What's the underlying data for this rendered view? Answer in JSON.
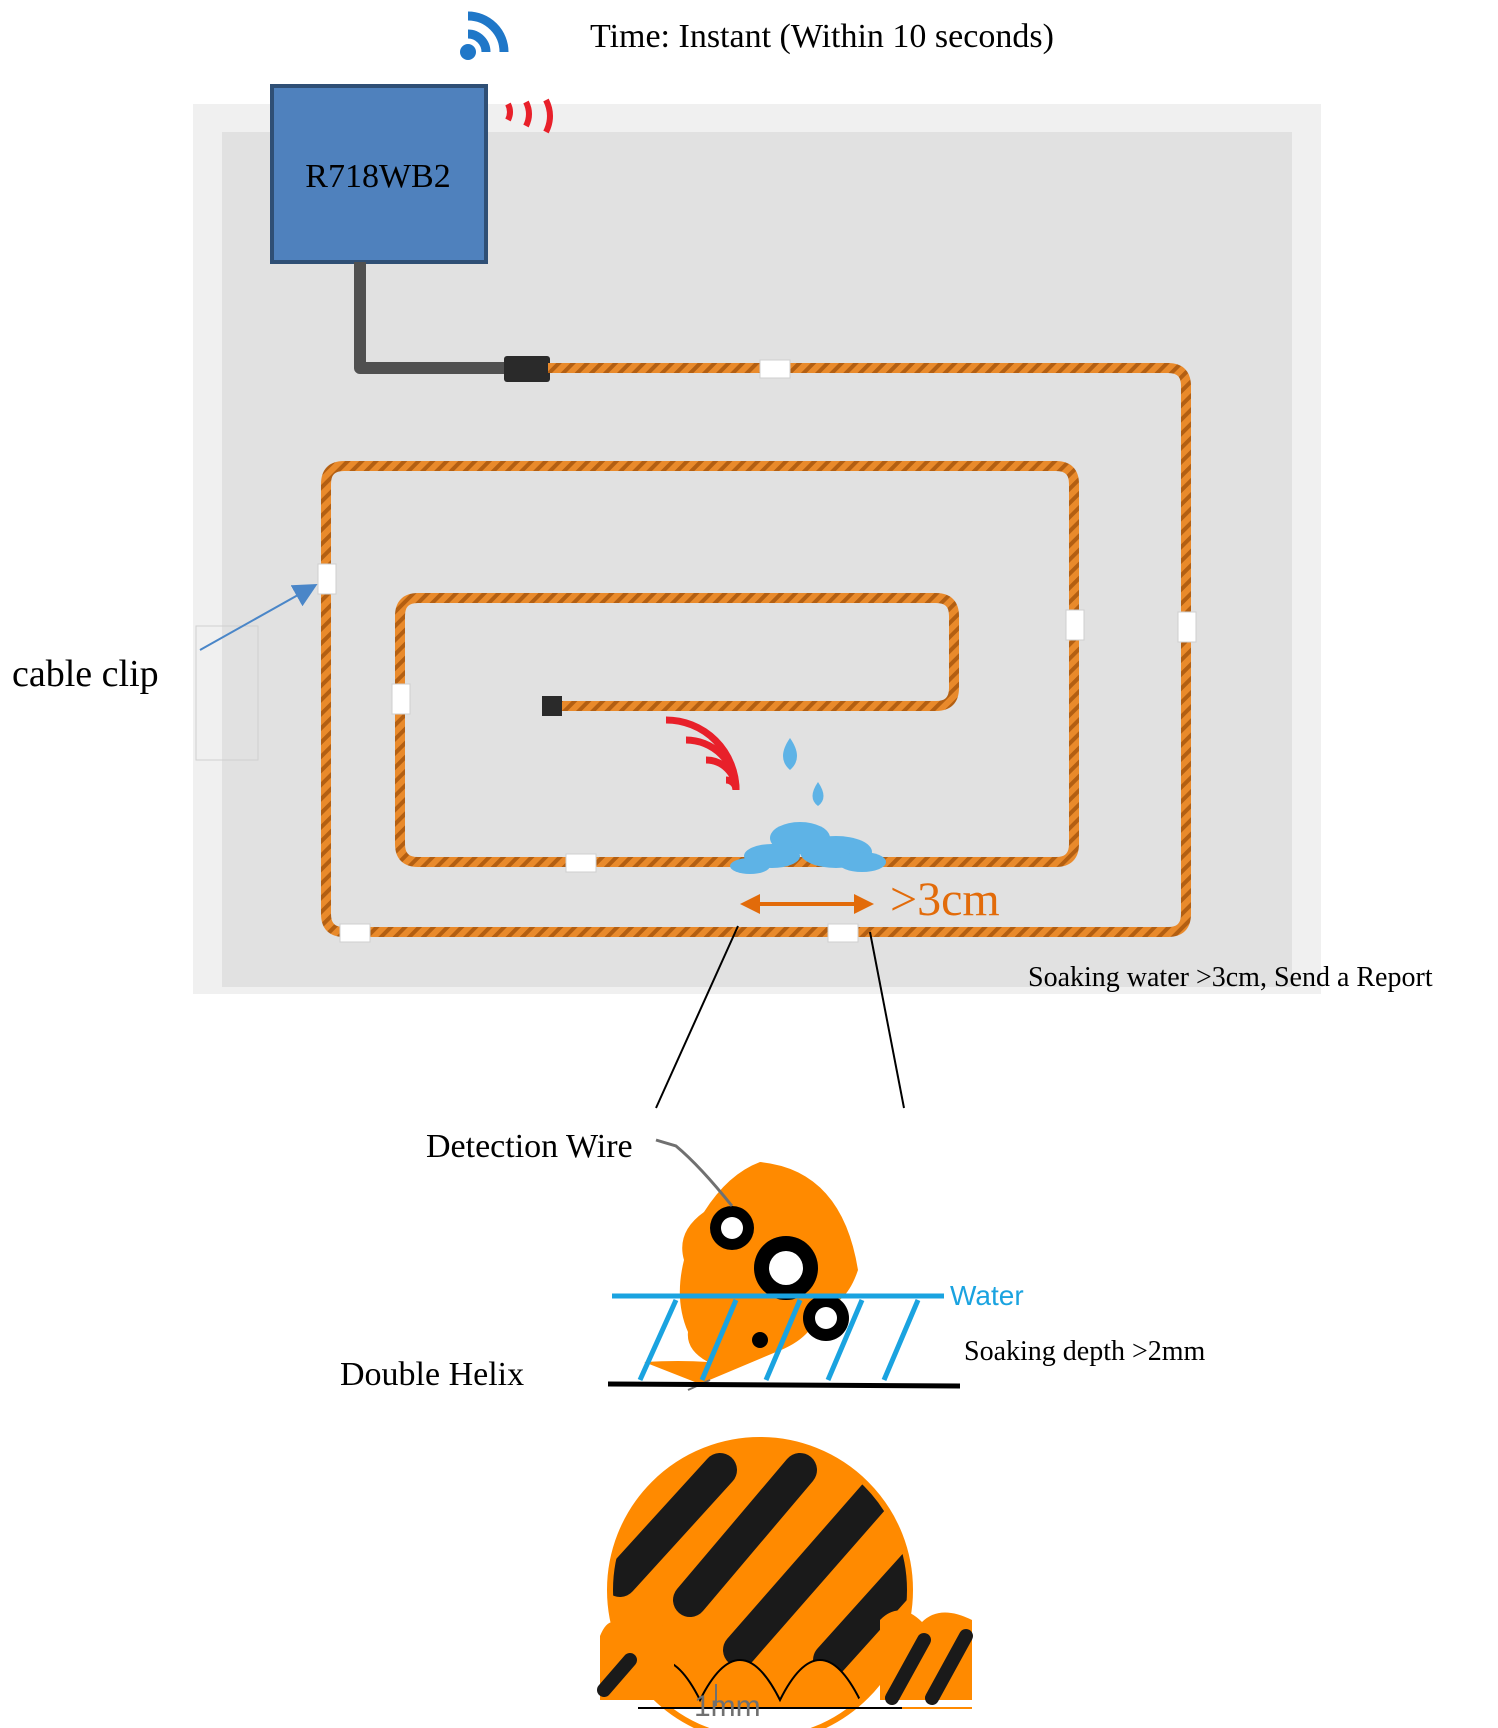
{
  "header": {
    "time_text": "Time: Instant (Within 10 seconds)"
  },
  "device": {
    "name": "R718WB2",
    "color": "#4F81BD"
  },
  "labels": {
    "cable_clip": "cable clip",
    "distance": ">3cm",
    "report": "Soaking water >3cm, Send a Report",
    "detection_wire": "Detection Wire",
    "water": "Water",
    "soaking_depth": "Soaking depth >2mm",
    "double_helix": "Double Helix",
    "gap": "1mm"
  },
  "colors": {
    "cable": "#E98A2B",
    "cable_dark": "#B35F12",
    "accent_orange": "#E26B0A",
    "water_blue": "#1AA3E0",
    "signal_red": "#E8202A",
    "panel": "#E1E1E1",
    "arrow_blue": "#4A86C8"
  },
  "icons": [
    "wifi-signal-icon",
    "signal-waves-icon",
    "water-drops-icon"
  ]
}
